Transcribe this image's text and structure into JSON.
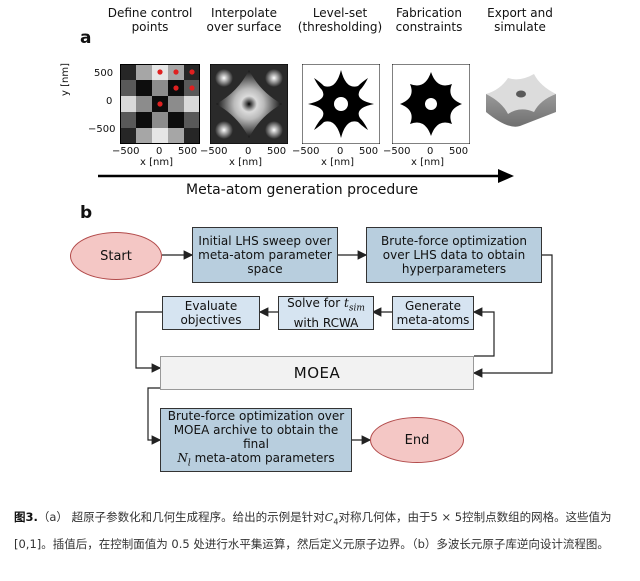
{
  "panel_a": {
    "label": "a",
    "steps": [
      {
        "title": "Define control points"
      },
      {
        "title": "Interpolate over surface"
      },
      {
        "title": "Level-set (thresholding)"
      },
      {
        "title": "Fabrication constraints"
      },
      {
        "title": "Export and simulate"
      }
    ],
    "y_axis_label": "y [nm]",
    "x_axis_label": "x [nm]",
    "ticks": [
      "−500",
      "0",
      "500"
    ],
    "procedure_label": "Meta-atom generation procedure",
    "control_grid": [
      [
        0.15,
        0.65,
        0.9,
        0.65,
        0.15
      ],
      [
        0.35,
        0.05,
        0.55,
        0.05,
        0.35
      ],
      [
        0.85,
        0.55,
        0.05,
        0.55,
        0.85
      ],
      [
        0.35,
        0.05,
        0.55,
        0.05,
        0.35
      ],
      [
        0.15,
        0.65,
        0.9,
        0.65,
        0.15
      ]
    ],
    "marker_color": "#e02020"
  },
  "panel_b": {
    "label": "b",
    "start": "Start",
    "end": "End",
    "lhs_sweep": "Initial LHS sweep over meta-atom parameter space",
    "brute_force_1": "Brute-force optimization over LHS data to obtain hyperparameters",
    "generate": "Generate meta-atoms",
    "solve_prefix": "Solve for ",
    "solve_var": "t",
    "solve_sub": "sim",
    "solve_suffix": "with RCWA",
    "evaluate": "Evaluate objectives",
    "moea": "MOEA",
    "brute_force_2_line1": "Brute-force optimization over",
    "brute_force_2_line2": "MOEA archive to obtain the final",
    "brute_force_2_var": "N",
    "brute_force_2_sub": "l",
    "brute_force_2_line3": " meta-atom parameters",
    "colors": {
      "box_blue": "#b8cede",
      "box_light": "#d6e4f1",
      "oval": "#f4c7c5",
      "moea": "#f2f2f2"
    }
  },
  "caption": {
    "label": "图3.",
    "text1": "（a） 超原子参数化和几何生成程序。给出的示例是针对",
    "c4": "C",
    "c4_sub": "4",
    "text2": "对称几何体，由于5 × 5控制点数组的网格。这些值为 [0,1]。插值后，在控制面值为 0.5 处进行水平集运算，然后定义元原子边界。（b）多波长元原子库逆向设计流程图。"
  }
}
